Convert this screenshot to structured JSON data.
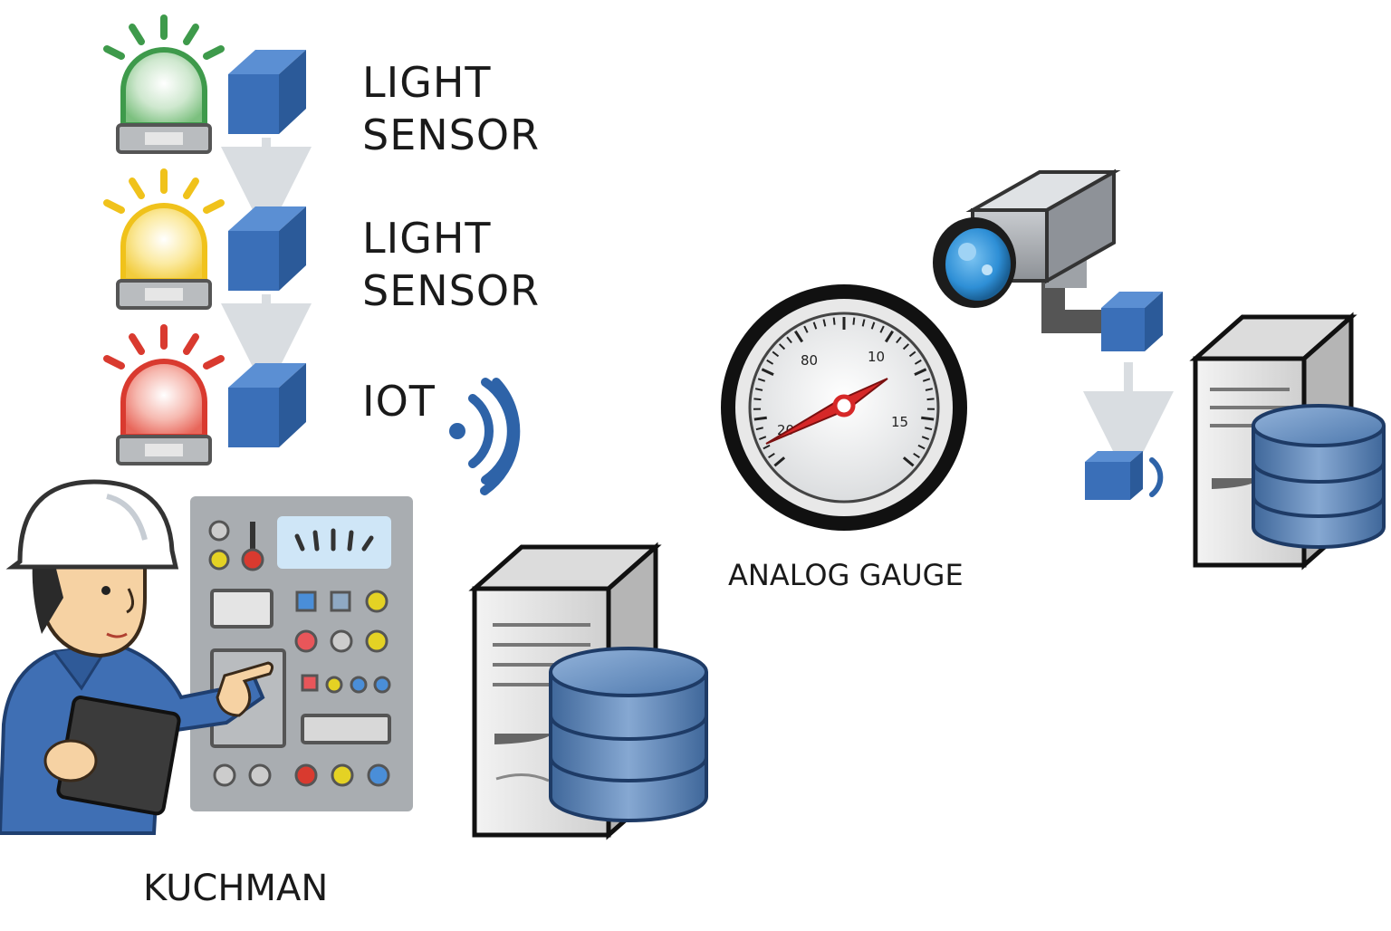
{
  "labels": {
    "light_sensor_1_line1": "LIGHT",
    "light_sensor_1_line2": "SENSOR",
    "light_sensor_2_line1": "LIGHT",
    "light_sensor_2_line2": "SENSOR",
    "iot": "IOT",
    "analog_gauge": "ANALOG GAUGE",
    "operator": "KUCHMAN"
  },
  "gauge": {
    "ticks": [
      "20",
      "80",
      "10",
      "15"
    ]
  },
  "colors": {
    "green_light": "#3e9a4b",
    "yellow_light": "#f0c21b",
    "red_light": "#d93a2f",
    "sensor_blue": "#3a6fb8",
    "database_blue": "#5a86bd",
    "signal_blue": "#2e63a8",
    "panel_gray": "#a9adb1",
    "camera_lens": "#2e8fd6"
  },
  "icons": [
    "green-beacon-icon",
    "yellow-beacon-icon",
    "red-beacon-icon",
    "sensor-cube-icon",
    "wireless-signal-icon",
    "worker-icon",
    "control-panel-icon",
    "server-database-icon",
    "analog-gauge-icon",
    "security-camera-icon",
    "arrow-down-icon"
  ]
}
